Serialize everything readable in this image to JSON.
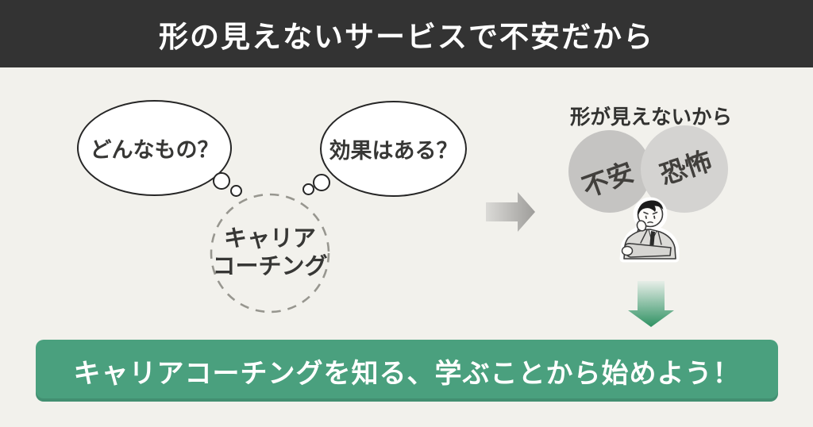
{
  "header": {
    "title": "形の見えないサービスで不安だから"
  },
  "thoughts": {
    "bubble1": "どんなもの？",
    "bubble2": "効果はある？",
    "subject_line1": "キャリア",
    "subject_line2": "コーチング"
  },
  "result": {
    "caption": "形が見えないから",
    "emotion1": "不安",
    "emotion2": "恐怖",
    "person_icon": "thinking-worried-man"
  },
  "arrows": {
    "right_arrow_icon": "right-arrow",
    "down_arrow_icon": "down-arrow"
  },
  "banner": {
    "text": "キャリアコーチングを知る、学ぶことから始めよう！"
  },
  "colors": {
    "header_bg": "#333333",
    "page_bg": "#f2f1ec",
    "banner_green": "#4aa07e",
    "arrow_green_dark": "#2e9162",
    "arrow_green_light": "#e7eee8",
    "anxiety_gray": "#c5c4c2",
    "fear_gray": "#d4d3d1",
    "arrow_gray_dark": "#9e9d9a",
    "arrow_gray_light": "#dbdad7",
    "dashed_circle_gray": "#97968f",
    "ink": "#3a3a3a"
  }
}
